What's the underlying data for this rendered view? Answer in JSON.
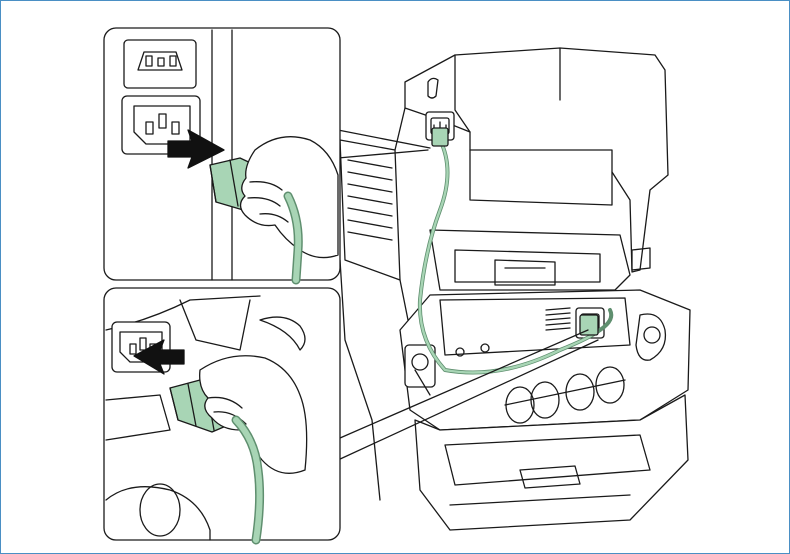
{
  "figure": {
    "frame_color": "#4a8fc4",
    "line_color": "#1a1a1a",
    "plug_color": "#a8d5b5",
    "cord_color": "#a8d5b5",
    "arrow_color": "#111111",
    "icons": [
      "printer-rear",
      "power-inlet",
      "power-plug",
      "power-cord",
      "hand",
      "insert-arrow"
    ]
  }
}
